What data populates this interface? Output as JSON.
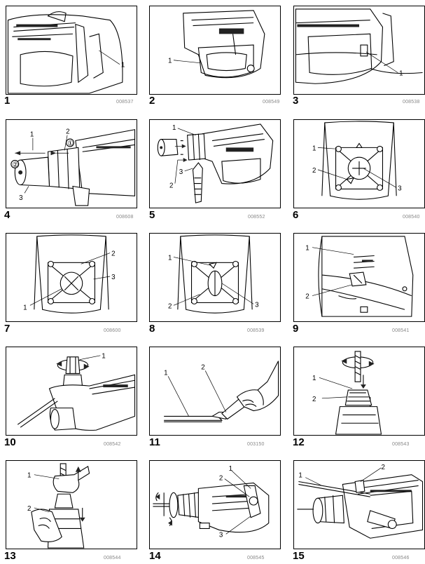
{
  "figures": [
    {
      "num": "1",
      "code": "008537",
      "callouts": [
        "1"
      ]
    },
    {
      "num": "2",
      "code": "008549",
      "callouts": [
        "1"
      ]
    },
    {
      "num": "3",
      "code": "008538",
      "callouts": [
        "1"
      ]
    },
    {
      "num": "4",
      "code": "008608",
      "callouts": [
        "1",
        "2",
        "①",
        "②",
        "3"
      ]
    },
    {
      "num": "5",
      "code": "008552",
      "callouts": [
        "1",
        "3",
        "2"
      ]
    },
    {
      "num": "6",
      "code": "008540",
      "callouts": [
        "1",
        "2",
        "3"
      ]
    },
    {
      "num": "7",
      "code": "008600",
      "callouts": [
        "2",
        "3",
        "1"
      ]
    },
    {
      "num": "8",
      "code": "008539",
      "callouts": [
        "1",
        "2",
        "3"
      ]
    },
    {
      "num": "9",
      "code": "008541",
      "callouts": [
        "1",
        "2"
      ]
    },
    {
      "num": "10",
      "code": "008542",
      "callouts": [
        "1"
      ]
    },
    {
      "num": "11",
      "code": "003150",
      "callouts": [
        "1",
        "2"
      ]
    },
    {
      "num": "12",
      "code": "008543",
      "callouts": [
        "1",
        "2"
      ]
    },
    {
      "num": "13",
      "code": "008544",
      "callouts": [
        "1",
        "2"
      ]
    },
    {
      "num": "14",
      "code": "008545",
      "callouts": [
        "1",
        "2",
        "3"
      ]
    },
    {
      "num": "15",
      "code": "008546",
      "callouts": [
        "1",
        "2"
      ]
    }
  ]
}
